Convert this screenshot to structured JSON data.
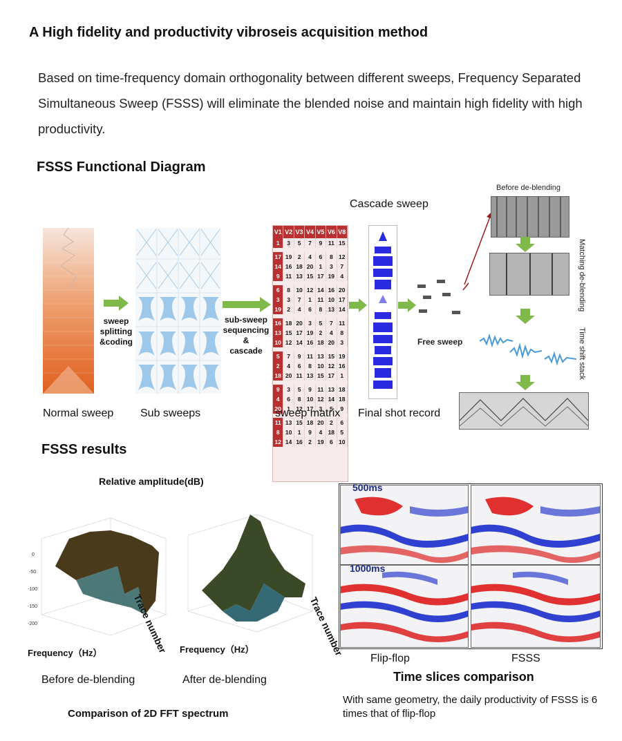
{
  "title": "A High fidelity and productivity vibroseis acquisition method",
  "intro": "Based on time-frequency domain orthogonality between different sweeps, Frequency Separated Simultaneous Sweep (FSSS) will eliminate the blended noise and maintain high fidelity with high productivity.",
  "diagram": {
    "heading": "FSSS Functional Diagram",
    "normal_sweep": "Normal sweep",
    "sub_sweeps": "Sub sweeps",
    "sweep_matrix": "sweep matrix",
    "final_shot_record": "Final shot record",
    "cascade_sweep": "Cascade sweep",
    "arrow1": "sweep\nsplitting\n&coding",
    "arrow2": "sub-sweep\nsequencing &\ncascade",
    "before_deblending": "Before de-blending",
    "matching_deblending": "Matching de-blending",
    "time_shift_stack": "Time shift stack",
    "free_sweep": "Free sweep",
    "matrix_headers": [
      "V1",
      "V2",
      "V3",
      "V4",
      "V5",
      "V6",
      "V8"
    ],
    "matrix_rows": [
      [
        "1",
        "3",
        "5",
        "7",
        "9",
        "11",
        "15"
      ],
      [
        "17",
        "19",
        "2",
        "4",
        "6",
        "8",
        "12"
      ],
      [
        "14",
        "16",
        "18",
        "20",
        "1",
        "3",
        "7"
      ],
      [
        "9",
        "11",
        "13",
        "15",
        "17",
        "19",
        "4"
      ],
      [
        "6",
        "8",
        "10",
        "12",
        "14",
        "16",
        "20"
      ],
      [
        "3",
        "3",
        "7",
        "1",
        "11",
        "10",
        "17"
      ],
      [
        "19",
        "2",
        "4",
        "6",
        "8",
        "13",
        "14"
      ],
      [
        "16",
        "18",
        "20",
        "3",
        "5",
        "7",
        "11"
      ],
      [
        "13",
        "15",
        "17",
        "19",
        "2",
        "4",
        "8"
      ],
      [
        "10",
        "12",
        "14",
        "16",
        "18",
        "20",
        "3"
      ],
      [
        "5",
        "7",
        "9",
        "11",
        "13",
        "15",
        "19"
      ],
      [
        "2",
        "4",
        "6",
        "8",
        "10",
        "12",
        "16"
      ],
      [
        "18",
        "20",
        "11",
        "13",
        "15",
        "17",
        "1"
      ],
      [
        "9",
        "3",
        "5",
        "9",
        "11",
        "13",
        "18"
      ],
      [
        "4",
        "6",
        "8",
        "10",
        "12",
        "14",
        "18"
      ],
      [
        "20",
        "1",
        "12",
        "17",
        "3",
        "5",
        "9"
      ],
      [
        "11",
        "13",
        "15",
        "18",
        "20",
        "2",
        "6"
      ],
      [
        "8",
        "10",
        "1",
        "9",
        "4",
        "18",
        "5"
      ],
      [
        "12",
        "14",
        "16",
        "2",
        "19",
        "6",
        "10"
      ]
    ]
  },
  "results": {
    "heading": "FSSS results",
    "rel_amp": "Relative amplitude(dB)",
    "freq1": "Frequency（Hz）",
    "freq2": "Frequency（Hz）",
    "trace1": "Trace number",
    "trace2": "Trace number",
    "before": "Before de-blending",
    "after": "After  de-blending",
    "fft_caption": "Comparison  of 2D FFT spectrum",
    "t500": "500ms",
    "t1000": "1000ms",
    "flipflop": "Flip-flop",
    "fsss": "FSSS",
    "slices_title": "Time slices comparison",
    "note": "With same geometry, the daily productivity of FSSS is 6 times that of flip-flop"
  },
  "colors": {
    "arrow_green": "#7fb94a",
    "matrix_red": "#b83030",
    "orange": "#e8712f",
    "sweep_blue": "#2a2ae0"
  }
}
